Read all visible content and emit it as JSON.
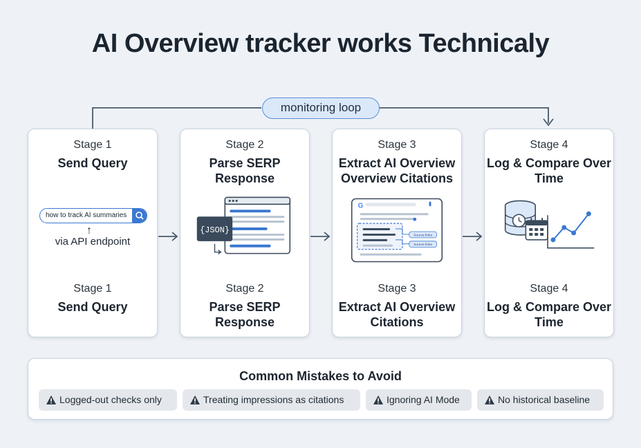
{
  "title": "AI Overview tracker works Technicaly",
  "loop_label": "monitoring loop",
  "stages": [
    {
      "num": "Stage 1",
      "name": "Send Query",
      "bottom_num": "Stage 1",
      "bottom_name": "Send Query"
    },
    {
      "num": "Stage 2",
      "name": "Parse SERP Response",
      "bottom_num": "Stage 2",
      "bottom_name": "Parse SERP Response"
    },
    {
      "num": "Stage 3",
      "name": "Extract AI Overview Overview Citations",
      "bottom_num": "Stage 3",
      "bottom_name": "Extract AI Overview Citations"
    },
    {
      "num": "Stage 4",
      "name": "Log & Compare Over Time",
      "bottom_num": "Stage 4",
      "bottom_name": "Log & Compare Over Time"
    }
  ],
  "query": {
    "text": "how to track AI summaries",
    "caption": "via API endpoint",
    "arrow_glyph": "↑"
  },
  "json_label": "{JSON}",
  "citation_chip": "Source links",
  "mistakes": {
    "title": "Common Mistakes to Avoid",
    "items": [
      "Logged-out checks only",
      "Treating impressions as citations",
      "Ignoring AI Mode",
      "No historical baseline"
    ]
  },
  "colors": {
    "accent": "#3b78d0",
    "dark": "#3a4a5c",
    "loop_line": "#4a5868",
    "pill_bg": "#dbe8fa"
  }
}
